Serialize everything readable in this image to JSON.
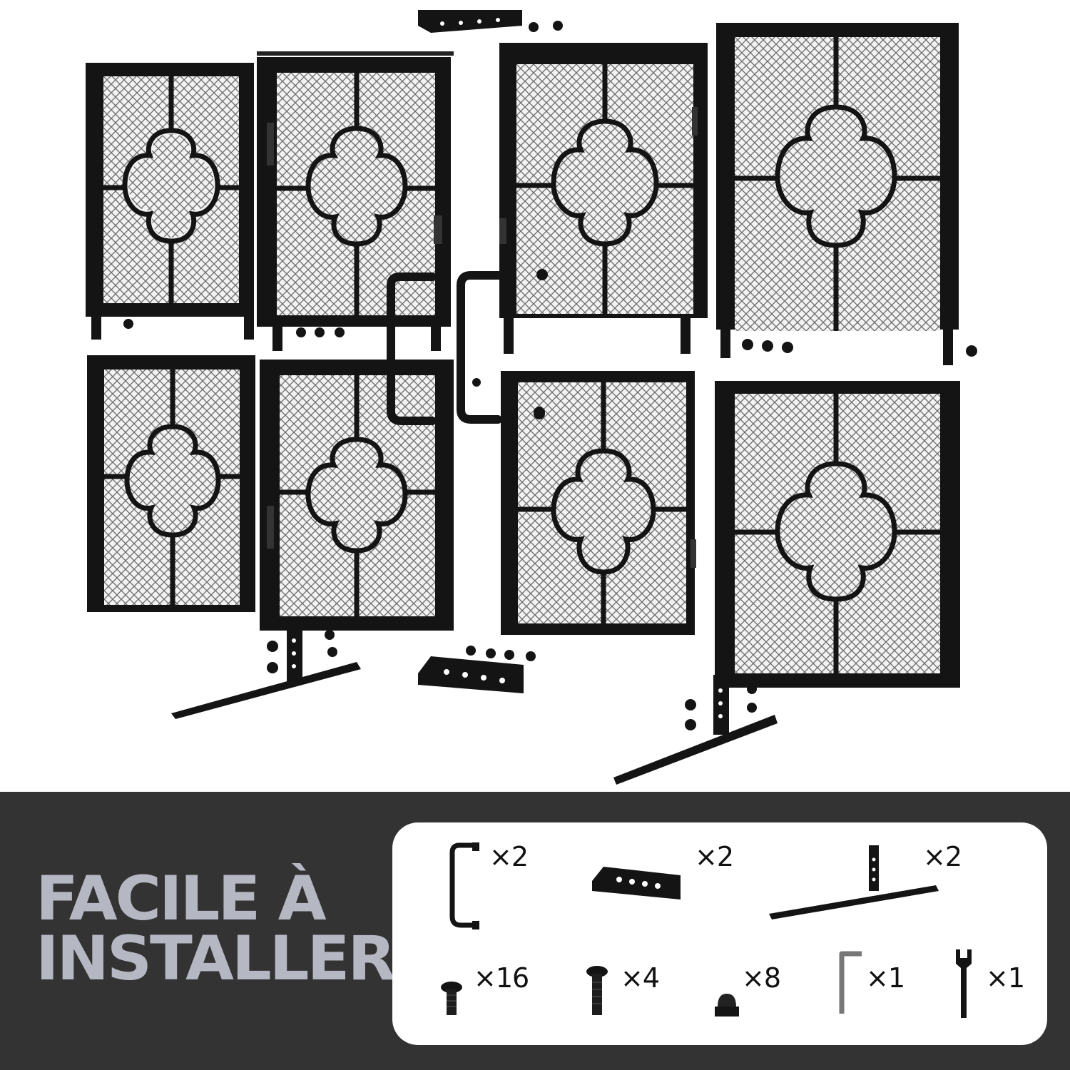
{
  "headline": {
    "line1": "FACILE À",
    "line2": "INSTALLER"
  },
  "parts": [
    {
      "icon": "handle-icon",
      "qty": "×2"
    },
    {
      "icon": "u-bracket-icon",
      "qty": "×2"
    },
    {
      "icon": "foot-stand-icon",
      "qty": "×2"
    },
    {
      "icon": "bolt-long-icon",
      "qty": "×16"
    },
    {
      "icon": "bolt-icon",
      "qty": "×4"
    },
    {
      "icon": "cap-nut-icon",
      "qty": "×8"
    },
    {
      "icon": "hex-key-icon",
      "qty": "×1"
    },
    {
      "icon": "wrench-icon",
      "qty": "×1"
    }
  ],
  "colors": {
    "metal": "#141414",
    "mesh": "#8a8a8a",
    "footer_bg": "#333333",
    "headline": "#b5b8c3"
  }
}
